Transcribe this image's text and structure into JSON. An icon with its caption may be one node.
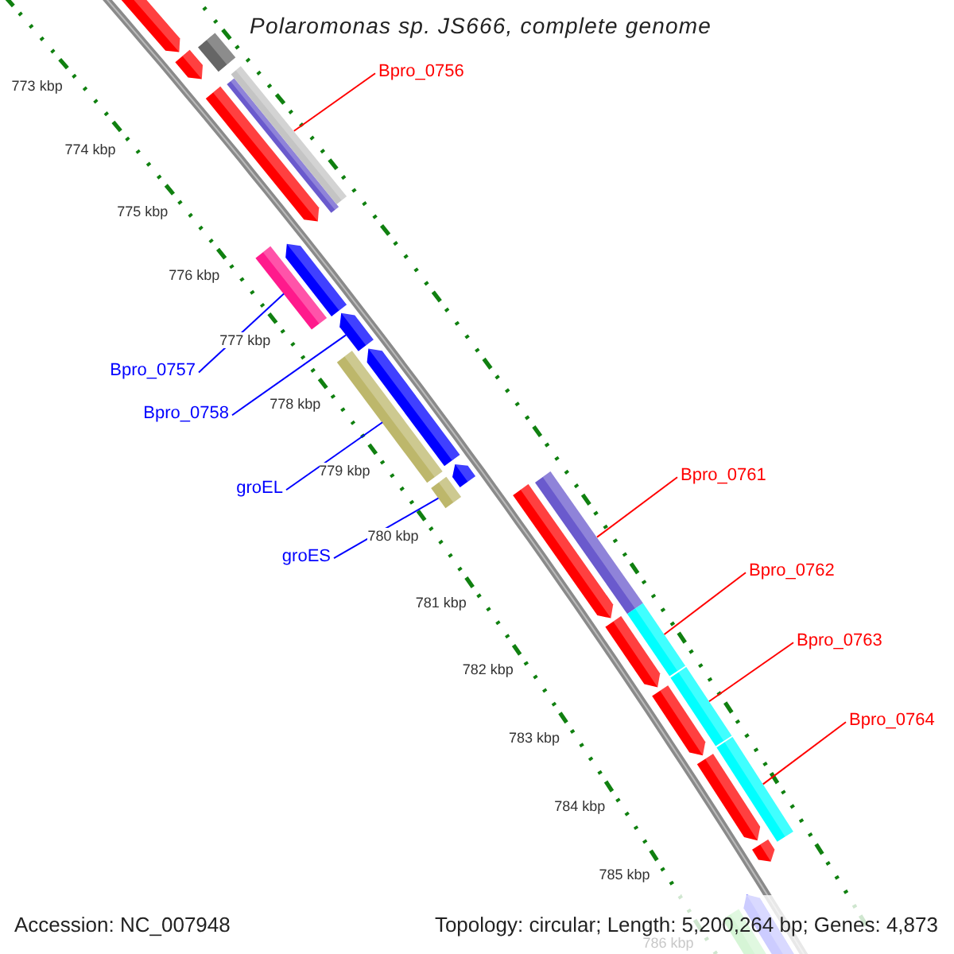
{
  "diagram": {
    "title": "Polaromonas sp. JS666, complete genome",
    "nodes": [
      {
        "text": [
          "Bpro_0756"
        ]
      },
      {
        "text": [
          "Bpro_0757"
        ]
      },
      {
        "text": [
          "Bpro_0758"
        ]
      },
      {
        "text": [
          "groEL"
        ]
      },
      {
        "text": [
          "groES"
        ]
      },
      {
        "text": [
          "Bpro_0761"
        ]
      },
      {
        "text": [
          "Bpro_0762"
        ]
      },
      {
        "text": [
          "Bpro_0763"
        ]
      },
      {
        "text": [
          "Bpro_0764"
        ]
      },
      {
        "text": [],
        "shape": "bar"
      },
      {
        "text": [],
        "shape": "bar"
      },
      {
        "text": [],
        "shape": "bar"
      },
      {
        "text": [],
        "shape": "bar"
      },
      {
        "text": [],
        "shape": "bar"
      },
      {
        "text": [],
        "shape": "bar"
      },
      {
        "text": [],
        "shape": "bar"
      },
      {
        "text": [],
        "shape": "bar"
      },
      {
        "text": [],
        "shape": "bar"
      }
    ],
    "edges": [
      {
        "from": 0,
        "to": 9,
        "arrow": "none"
      },
      {
        "from": 1,
        "to": 10,
        "arrow": "none",
        "color": "#0000ff"
      },
      {
        "from": 2,
        "to": 11,
        "arrow": "none",
        "color": "#0000ff"
      },
      {
        "from": 3,
        "to": 12,
        "arrow": "none",
        "color": "#0000ff"
      },
      {
        "from": 4,
        "to": 13,
        "arrow": "none",
        "color": "#0000ff"
      },
      {
        "from": 5,
        "to": 14,
        "arrow": "none"
      },
      {
        "from": 6,
        "to": 15,
        "arrow": "none"
      },
      {
        "from": 7,
        "to": 16,
        "arrow": "none"
      },
      {
        "from": 8,
        "to": 17,
        "arrow": "none"
      }
    ],
    "labels": [
      "773 kbp",
      "774 kbp",
      "775 kbp",
      "776 kbp",
      "777 kbp",
      "778 kbp",
      "779 kbp",
      "780 kbp",
      "781 kbp",
      "782 kbp",
      "783 kbp",
      "784 kbp",
      "785 kbp",
      "786 kbp",
      "Accession: NC_007948",
      "Topology: circular; Length: 5,200,264 bp; Genes: 4,873"
    ]
  }
}
